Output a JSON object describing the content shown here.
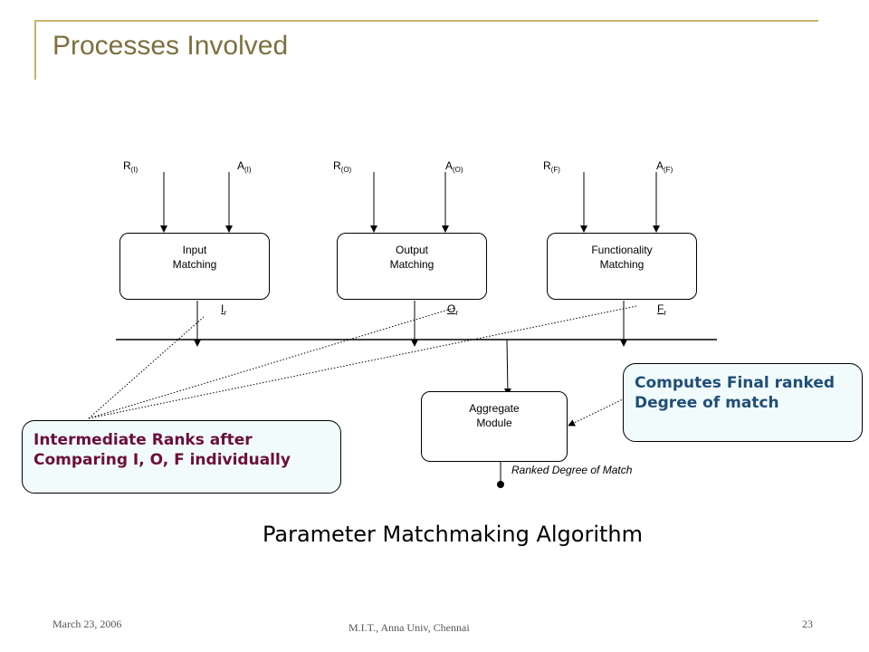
{
  "title": "Processes Involved",
  "inputs": [
    {
      "base": "R",
      "sub": "(I)"
    },
    {
      "base": "A",
      "sub": "(I)"
    },
    {
      "base": "R",
      "sub": "(O)"
    },
    {
      "base": "A",
      "sub": "(O)"
    },
    {
      "base": "R",
      "sub": "(F)"
    },
    {
      "base": "A",
      "sub": "(F)"
    }
  ],
  "boxes": {
    "input": [
      "Input",
      "Matching"
    ],
    "output": [
      "Output",
      "Matching"
    ],
    "functionality": [
      "Functionality",
      "Matching"
    ],
    "aggregate": [
      "Aggregate",
      "Module"
    ]
  },
  "outputs": {
    "input": "I",
    "output": "O",
    "functionality": "F",
    "sub": "r"
  },
  "ranked_label": "Ranked Degree of Match",
  "callouts": {
    "final": [
      "Computes Final ranked",
      "Degree of match"
    ],
    "intermediate": [
      "Intermediate Ranks after",
      "Comparing I, O, F individually"
    ]
  },
  "colors": {
    "final_text": "#1f4e79",
    "intermediate_text": "#6b0f3a",
    "accent": "#c8b26a"
  },
  "caption": "Parameter Matchmaking Algorithm",
  "footer": {
    "date": "March 23, 2006",
    "org": "M.I.T., Anna Univ, Chennai",
    "page": "23"
  }
}
